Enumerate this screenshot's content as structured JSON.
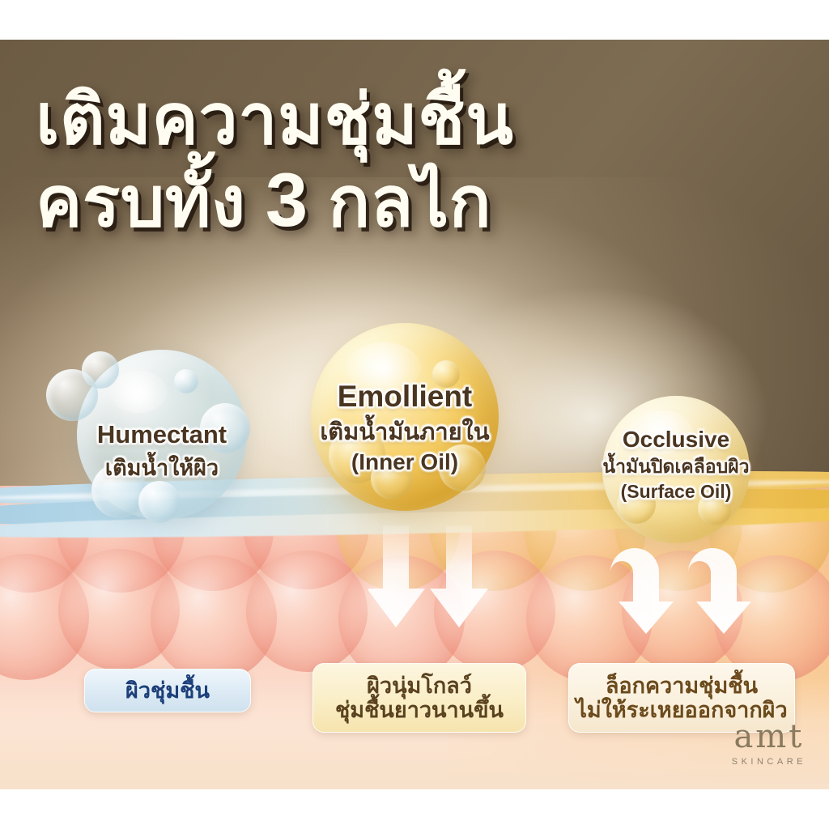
{
  "headline": {
    "line1": "เติมความชุ่มชื้น",
    "line2_pre": "ครบทั้ง ",
    "line2_num": "3",
    "line2_post": " กลไก"
  },
  "mechanisms": [
    {
      "id": "humectant",
      "en": "Humectant",
      "th": "เติมน้ำให้ผิว",
      "paren": "",
      "droplet": "water-droplet-icon",
      "color": "#c4e2ec"
    },
    {
      "id": "emollient",
      "en": "Emollient",
      "th": "เติมน้ำมันภายใน",
      "paren": "(Inner Oil)",
      "droplet": "oil-droplet-icon",
      "color": "#f6cd60"
    },
    {
      "id": "occlusive",
      "en": "Occlusive",
      "th": "น้ำมันปิดเคลือบผิว",
      "paren": "(Surface Oil)",
      "droplet": "surface-oil-droplet-icon",
      "color": "#f8e29e"
    }
  ],
  "benefits": [
    {
      "id": "hydrated",
      "line1": "ผิวชุ่มชื้น",
      "line2": "",
      "text_color": "#1c3f7a",
      "box_color": "#dceaf4"
    },
    {
      "id": "glow",
      "line1": "ผิวนุ่มโกลว์",
      "line2": "ชุ่มชื้นยาวนานขึ้น",
      "text_color": "#5a4220",
      "box_color": "#faeec6"
    },
    {
      "id": "lock",
      "line1": "ล็อกความชุ่มชื้น",
      "line2": "ไม่ให้ระเหยออกจากผิว",
      "text_color": "#6b4a1c",
      "box_color": "#faf0dd"
    }
  ],
  "diagram": {
    "arrows_down_label": "penetrating-arrows",
    "arrows_loop_label": "moisture-lock-arrows",
    "skin_surface_label": "skin-surface-band",
    "skin_cells_label": "skin-cell-layer"
  },
  "logo": {
    "mark": "amt",
    "sub": "SKINCARE"
  },
  "colors": {
    "backdrop_brown": "#6d5c44",
    "water_blue": "#bfdcec",
    "oil_gold": "#eec25c",
    "skin_pink": "#f6b5a4",
    "headline_cream": "#fffdf2",
    "caption_brown": "#4a3520"
  }
}
